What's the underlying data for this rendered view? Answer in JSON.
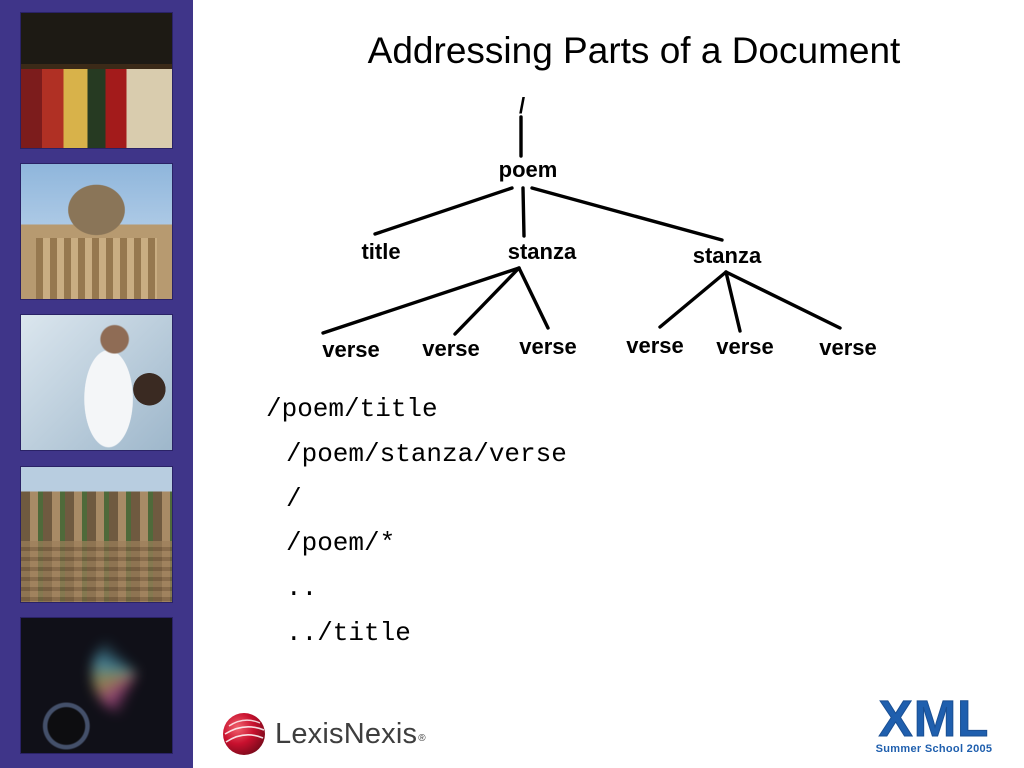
{
  "title": "Addressing Parts of a Document",
  "sidebar": {
    "photos": [
      "bookshelf-photo",
      "domed-library-photo",
      "doctor-photo",
      "city-rooftops-photo",
      "compact-disc-photo"
    ]
  },
  "tree": {
    "root": "/",
    "poem": "poem",
    "children": [
      "title",
      "stanza",
      "stanza"
    ],
    "verses_stanza_1": [
      "verse",
      "verse",
      "verse"
    ],
    "verses_stanza_2": [
      "verse",
      "verse",
      "verse"
    ]
  },
  "xpath_examples": [
    "/poem/title",
    "/poem/stanza/verse",
    "/",
    "/poem/*",
    "..",
    "../title"
  ],
  "logos": {
    "lexisnexis": "LexisNexis",
    "registered_mark": "®",
    "xml": "XML",
    "summer_school": "Summer School 2005"
  },
  "colors": {
    "sidebar": "#3f3589",
    "xml_logo": "#1f5fae",
    "lexis_red": "#c8102e"
  }
}
